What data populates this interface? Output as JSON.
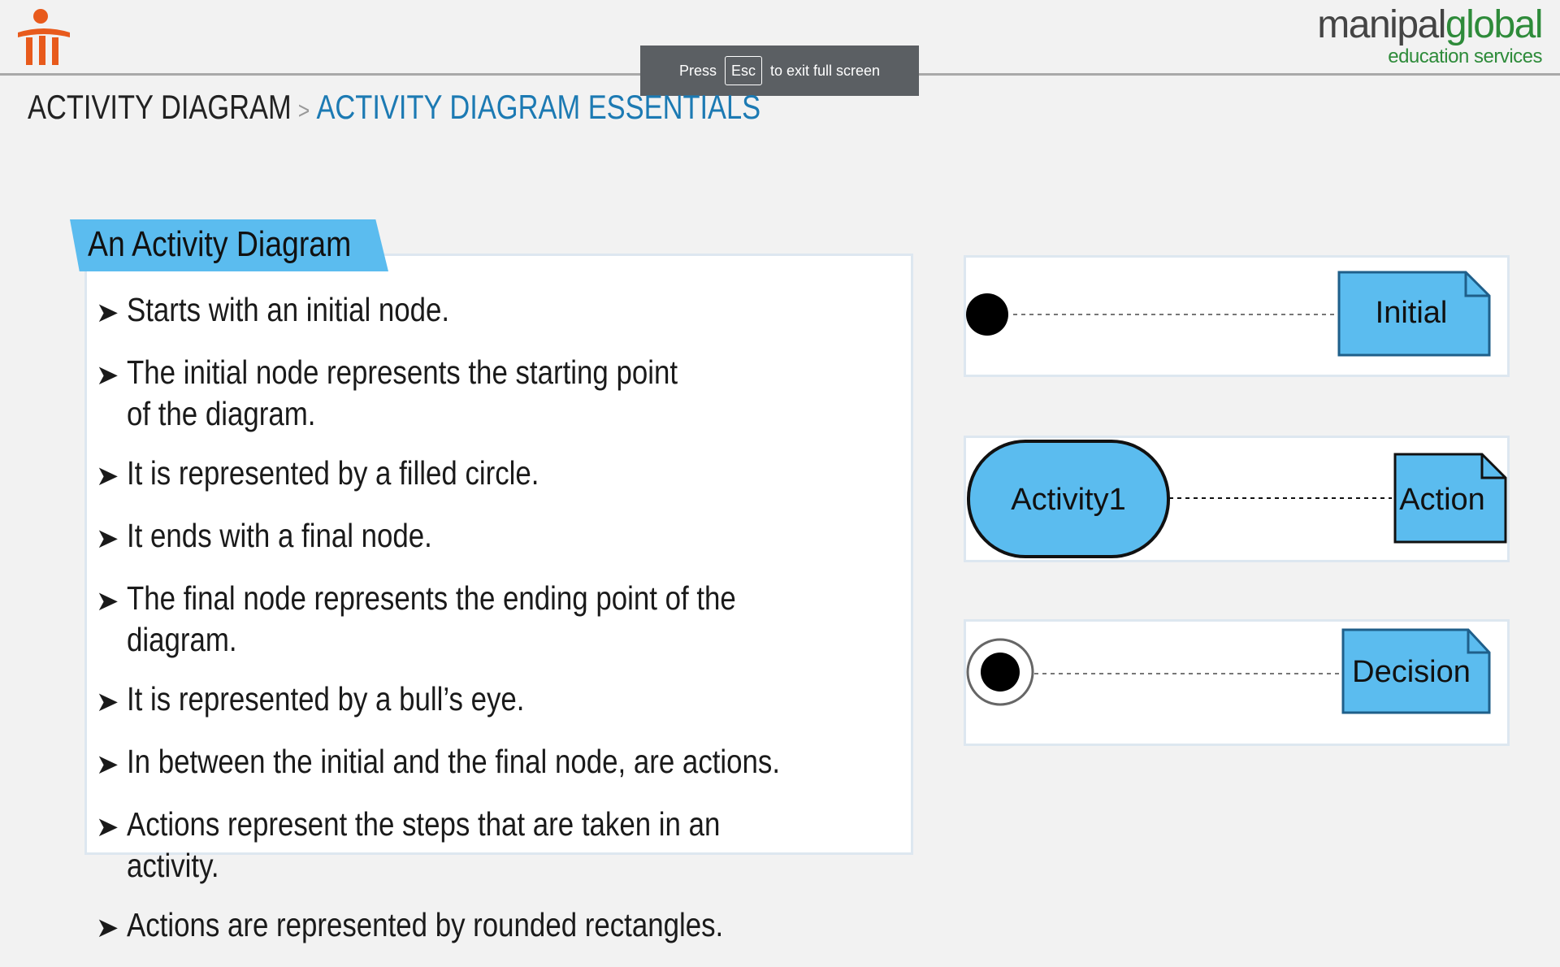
{
  "header": {
    "brand_main_a": "manipal",
    "brand_main_b": "global",
    "brand_sub": "education services",
    "fullscreen_press": "Press",
    "fullscreen_key": "Esc",
    "fullscreen_suffix": "to exit full screen"
  },
  "breadcrumb": {
    "first": "ACTIVITY DIAGRAM",
    "separator": ">",
    "second": "ACTIVITY DIAGRAM ESSENTIALS"
  },
  "panel": {
    "title": "An Activity Diagram",
    "bullets": [
      "Starts with an initial node.",
      "The initial node represents the starting point of the diagram.",
      "It is represented by a filled circle.",
      "It ends with a final node.",
      "The final node represents the ending point of the diagram.",
      "It is represented by a bull’s eye.",
      "In between the initial and the final node, are actions.",
      "Actions represent the steps that are taken in an activity.",
      "Actions are represented by rounded rectangles."
    ]
  },
  "diagrams": {
    "initial_note": "Initial",
    "activity_label": "Activity1",
    "action_note": "Action",
    "decision_note": "Decision"
  },
  "colors": {
    "accent_blue": "#5bbcef",
    "breadcrumb_blue": "#1c7ab3",
    "brand_green": "#2e8b3a",
    "logo_orange": "#e85a1c"
  }
}
